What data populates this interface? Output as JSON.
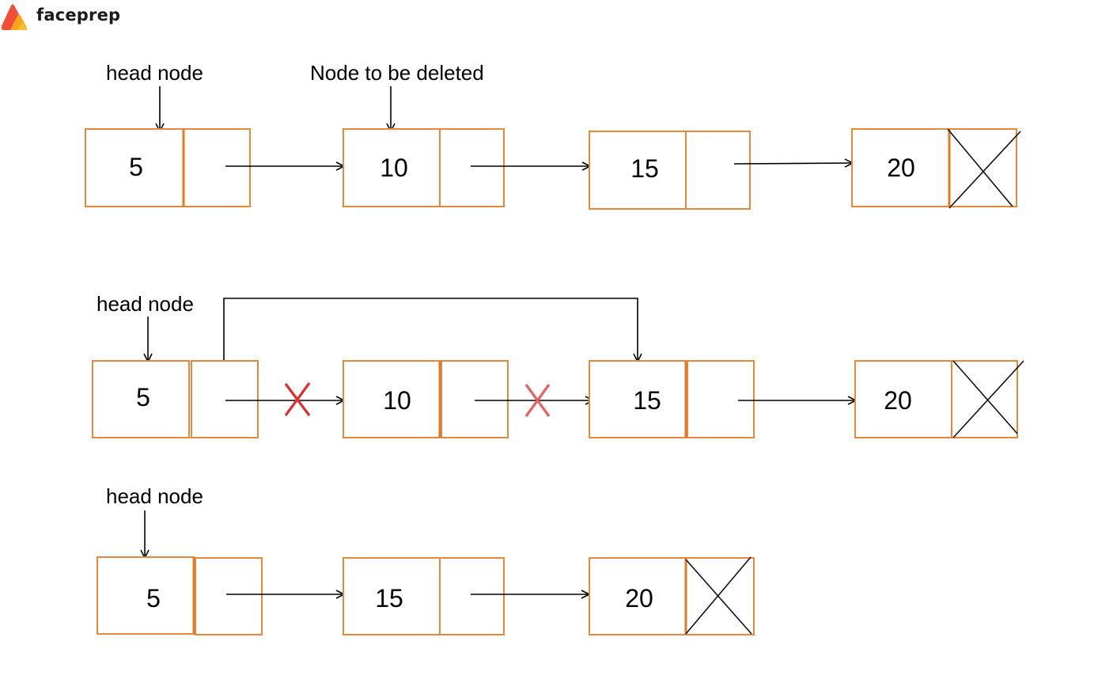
{
  "brand": {
    "name": "faceprep",
    "logo_colors": [
      "#f04e37",
      "#f8a51c",
      "#fbc02d"
    ]
  },
  "colors": {
    "node_border": "#e8893a",
    "node_separator": "#e07a25",
    "delete_mark_1": "#e32b2b",
    "delete_mark_2": "#e86060"
  },
  "stage1": {
    "head_label": "head node",
    "delete_label": "Node to be deleted",
    "nodes": [
      "5",
      "10",
      "15",
      "20"
    ]
  },
  "stage2": {
    "head_label": "head node",
    "nodes": [
      "5",
      "10",
      "15",
      "20"
    ]
  },
  "stage3": {
    "head_label": "head node",
    "nodes": [
      "5",
      "15",
      "20"
    ]
  }
}
